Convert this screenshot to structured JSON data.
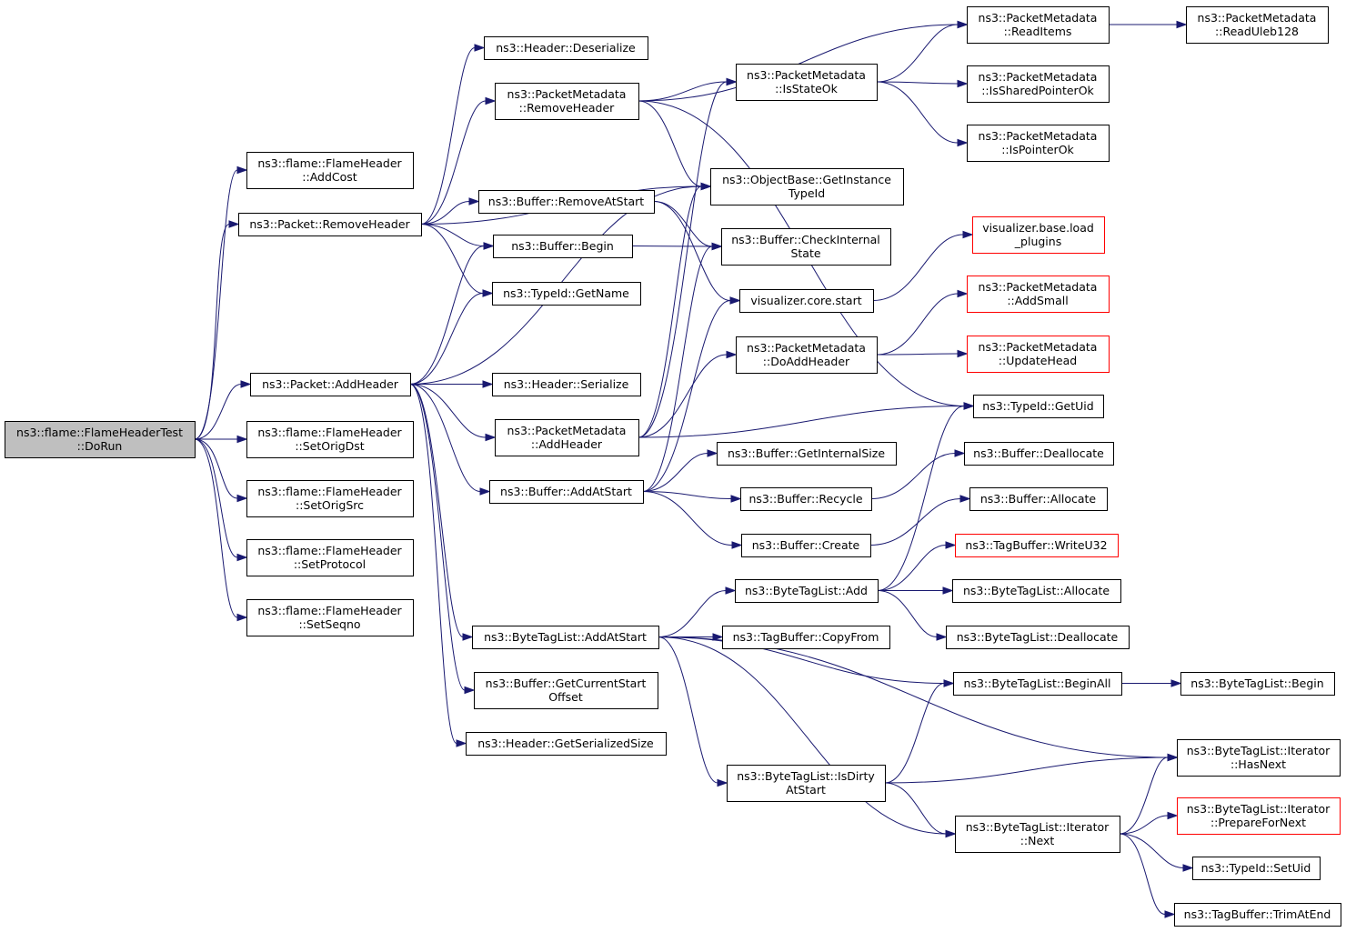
{
  "colors": {
    "edge": "#191970",
    "node_border": "#000000",
    "node_border_truncated": "#ff0000",
    "node_fill": "#ffffff",
    "root_fill": "#bfbfbf",
    "text": "#000000"
  },
  "nodes": [
    {
      "id": "doRun",
      "lines": [
        "ns3::flame::FlameHeaderTest",
        "::DoRun"
      ],
      "root": true
    },
    {
      "id": "addCost",
      "lines": [
        "ns3::flame::FlameHeader",
        "::AddCost"
      ]
    },
    {
      "id": "pktRemoveHeader",
      "lines": [
        "ns3::Packet::RemoveHeader"
      ]
    },
    {
      "id": "pktAddHeader",
      "lines": [
        "ns3::Packet::AddHeader"
      ]
    },
    {
      "id": "setOrigDst",
      "lines": [
        "ns3::flame::FlameHeader",
        "::SetOrigDst"
      ]
    },
    {
      "id": "setOrigSrc",
      "lines": [
        "ns3::flame::FlameHeader",
        "::SetOrigSrc"
      ]
    },
    {
      "id": "setProtocol",
      "lines": [
        "ns3::flame::FlameHeader",
        "::SetProtocol"
      ]
    },
    {
      "id": "setSeqno",
      "lines": [
        "ns3::flame::FlameHeader",
        "::SetSeqno"
      ]
    },
    {
      "id": "hdrDeserialize",
      "lines": [
        "ns3::Header::Deserialize"
      ]
    },
    {
      "id": "pmRemoveHeader",
      "lines": [
        "ns3::PacketMetadata",
        "::RemoveHeader"
      ]
    },
    {
      "id": "bufRemoveAtStart",
      "lines": [
        "ns3::Buffer::RemoveAtStart"
      ]
    },
    {
      "id": "bufBegin",
      "lines": [
        "ns3::Buffer::Begin"
      ]
    },
    {
      "id": "tidGetName",
      "lines": [
        "ns3::TypeId::GetName"
      ]
    },
    {
      "id": "hdrSerialize",
      "lines": [
        "ns3::Header::Serialize"
      ]
    },
    {
      "id": "pmAddHeader",
      "lines": [
        "ns3::PacketMetadata",
        "::AddHeader"
      ]
    },
    {
      "id": "bufAddAtStart",
      "lines": [
        "ns3::Buffer::AddAtStart"
      ]
    },
    {
      "id": "btlAddAtStart",
      "lines": [
        "ns3::ByteTagList::AddAtStart"
      ]
    },
    {
      "id": "bufGetCurStart",
      "lines": [
        "ns3::Buffer::GetCurrentStart",
        "Offset"
      ]
    },
    {
      "id": "hdrGetSerSize",
      "lines": [
        "ns3::Header::GetSerializedSize"
      ]
    },
    {
      "id": "pmIsStateOk",
      "lines": [
        "ns3::PacketMetadata",
        "::IsStateOk"
      ]
    },
    {
      "id": "obGetInstTid",
      "lines": [
        "ns3::ObjectBase::GetInstance",
        "TypeId"
      ]
    },
    {
      "id": "bufCheckInt",
      "lines": [
        "ns3::Buffer::CheckInternal",
        "State"
      ]
    },
    {
      "id": "vizCoreStart",
      "lines": [
        "visualizer.core.start"
      ]
    },
    {
      "id": "pmDoAddHeader",
      "lines": [
        "ns3::PacketMetadata",
        "::DoAddHeader"
      ]
    },
    {
      "id": "bufGetIntSize",
      "lines": [
        "ns3::Buffer::GetInternalSize"
      ]
    },
    {
      "id": "bufRecycle",
      "lines": [
        "ns3::Buffer::Recycle"
      ]
    },
    {
      "id": "bufCreate",
      "lines": [
        "ns3::Buffer::Create"
      ]
    },
    {
      "id": "btlAdd",
      "lines": [
        "ns3::ByteTagList::Add"
      ]
    },
    {
      "id": "tbCopyFrom",
      "lines": [
        "ns3::TagBuffer::CopyFrom"
      ]
    },
    {
      "id": "btlIsDirty",
      "lines": [
        "ns3::ByteTagList::IsDirty",
        "AtStart"
      ]
    },
    {
      "id": "pmReadItems",
      "lines": [
        "ns3::PacketMetadata",
        "::ReadItems"
      ]
    },
    {
      "id": "pmIsShared",
      "lines": [
        "ns3::PacketMetadata",
        "::IsSharedPointerOk"
      ]
    },
    {
      "id": "pmIsPointer",
      "lines": [
        "ns3::PacketMetadata",
        "::IsPointerOk"
      ]
    },
    {
      "id": "vizLoadPlugins",
      "lines": [
        "visualizer.base.load",
        "_plugins"
      ],
      "truncated": true
    },
    {
      "id": "pmAddSmall",
      "lines": [
        "ns3::PacketMetadata",
        "::AddSmall"
      ],
      "truncated": true
    },
    {
      "id": "pmUpdateHead",
      "lines": [
        "ns3::PacketMetadata",
        "::UpdateHead"
      ],
      "truncated": true
    },
    {
      "id": "tidGetUid",
      "lines": [
        "ns3::TypeId::GetUid"
      ]
    },
    {
      "id": "bufDeallocate",
      "lines": [
        "ns3::Buffer::Deallocate"
      ]
    },
    {
      "id": "bufAllocate",
      "lines": [
        "ns3::Buffer::Allocate"
      ]
    },
    {
      "id": "tbWriteU32",
      "lines": [
        "ns3::TagBuffer::WriteU32"
      ],
      "truncated": true
    },
    {
      "id": "btlAllocate",
      "lines": [
        "ns3::ByteTagList::Allocate"
      ]
    },
    {
      "id": "btlDeallocate",
      "lines": [
        "ns3::ByteTagList::Deallocate"
      ]
    },
    {
      "id": "btlBeginAll",
      "lines": [
        "ns3::ByteTagList::BeginAll"
      ]
    },
    {
      "id": "btlIterNext",
      "lines": [
        "ns3::ByteTagList::Iterator",
        "::Next"
      ]
    },
    {
      "id": "pmReadUleb",
      "lines": [
        "ns3::PacketMetadata",
        "::ReadUleb128"
      ]
    },
    {
      "id": "btlBegin",
      "lines": [
        "ns3::ByteTagList::Begin"
      ]
    },
    {
      "id": "btlIterHasNext",
      "lines": [
        "ns3::ByteTagList::Iterator",
        "::HasNext"
      ]
    },
    {
      "id": "btlIterPrepare",
      "lines": [
        "ns3::ByteTagList::Iterator",
        "::PrepareForNext"
      ],
      "truncated": true
    },
    {
      "id": "tidSetUid",
      "lines": [
        "ns3::TypeId::SetUid"
      ]
    },
    {
      "id": "tbTrimAtEnd",
      "lines": [
        "ns3::TagBuffer::TrimAtEnd"
      ]
    }
  ],
  "edges": [
    [
      "doRun",
      "addCost"
    ],
    [
      "doRun",
      "pktRemoveHeader"
    ],
    [
      "doRun",
      "pktAddHeader"
    ],
    [
      "doRun",
      "setOrigDst"
    ],
    [
      "doRun",
      "setOrigSrc"
    ],
    [
      "doRun",
      "setProtocol"
    ],
    [
      "doRun",
      "setSeqno"
    ],
    [
      "pktRemoveHeader",
      "hdrDeserialize"
    ],
    [
      "pktRemoveHeader",
      "pmRemoveHeader"
    ],
    [
      "pktRemoveHeader",
      "bufRemoveAtStart"
    ],
    [
      "pktRemoveHeader",
      "bufBegin"
    ],
    [
      "pktRemoveHeader",
      "tidGetName"
    ],
    [
      "pktRemoveHeader",
      "obGetInstTid"
    ],
    [
      "pktAddHeader",
      "bufBegin"
    ],
    [
      "pktAddHeader",
      "tidGetName"
    ],
    [
      "pktAddHeader",
      "hdrSerialize"
    ],
    [
      "pktAddHeader",
      "pmAddHeader"
    ],
    [
      "pktAddHeader",
      "bufAddAtStart"
    ],
    [
      "pktAddHeader",
      "btlAddAtStart"
    ],
    [
      "pktAddHeader",
      "bufGetCurStart"
    ],
    [
      "pktAddHeader",
      "hdrGetSerSize"
    ],
    [
      "pktAddHeader",
      "obGetInstTid"
    ],
    [
      "pmRemoveHeader",
      "pmIsStateOk"
    ],
    [
      "pmRemoveHeader",
      "pmReadItems"
    ],
    [
      "pmRemoveHeader",
      "obGetInstTid"
    ],
    [
      "pmRemoveHeader",
      "tidGetUid"
    ],
    [
      "bufRemoveAtStart",
      "bufCheckInt"
    ],
    [
      "bufRemoveAtStart",
      "vizCoreStart"
    ],
    [
      "bufBegin",
      "bufCheckInt"
    ],
    [
      "pmAddHeader",
      "pmIsStateOk"
    ],
    [
      "pmAddHeader",
      "obGetInstTid"
    ],
    [
      "pmAddHeader",
      "pmDoAddHeader"
    ],
    [
      "pmAddHeader",
      "tidGetUid"
    ],
    [
      "bufAddAtStart",
      "bufCheckInt"
    ],
    [
      "bufAddAtStart",
      "vizCoreStart"
    ],
    [
      "bufAddAtStart",
      "bufGetIntSize"
    ],
    [
      "bufAddAtStart",
      "bufRecycle"
    ],
    [
      "bufAddAtStart",
      "bufCreate"
    ],
    [
      "btlAddAtStart",
      "btlAdd"
    ],
    [
      "btlAddAtStart",
      "tbCopyFrom"
    ],
    [
      "btlAddAtStart",
      "btlBeginAll"
    ],
    [
      "btlAddAtStart",
      "btlIterHasNext"
    ],
    [
      "btlAddAtStart",
      "btlIsDirty"
    ],
    [
      "btlAddAtStart",
      "btlIterNext"
    ],
    [
      "pmIsStateOk",
      "pmReadItems"
    ],
    [
      "pmIsStateOk",
      "pmIsShared"
    ],
    [
      "pmIsStateOk",
      "pmIsPointer"
    ],
    [
      "vizCoreStart",
      "vizLoadPlugins"
    ],
    [
      "pmDoAddHeader",
      "pmAddSmall"
    ],
    [
      "pmDoAddHeader",
      "pmUpdateHead"
    ],
    [
      "bufRecycle",
      "bufDeallocate"
    ],
    [
      "bufCreate",
      "bufAllocate"
    ],
    [
      "btlAdd",
      "tbWriteU32"
    ],
    [
      "btlAdd",
      "btlAllocate"
    ],
    [
      "btlAdd",
      "btlDeallocate"
    ],
    [
      "btlAdd",
      "tidGetUid"
    ],
    [
      "btlIsDirty",
      "btlBeginAll"
    ],
    [
      "btlIsDirty",
      "btlIterHasNext"
    ],
    [
      "btlIsDirty",
      "btlIterNext"
    ],
    [
      "pmReadItems",
      "pmReadUleb"
    ],
    [
      "btlBeginAll",
      "btlBegin"
    ],
    [
      "btlIterNext",
      "btlIterHasNext"
    ],
    [
      "btlIterNext",
      "btlIterPrepare"
    ],
    [
      "btlIterNext",
      "tidSetUid"
    ],
    [
      "btlIterNext",
      "tbTrimAtEnd"
    ]
  ]
}
